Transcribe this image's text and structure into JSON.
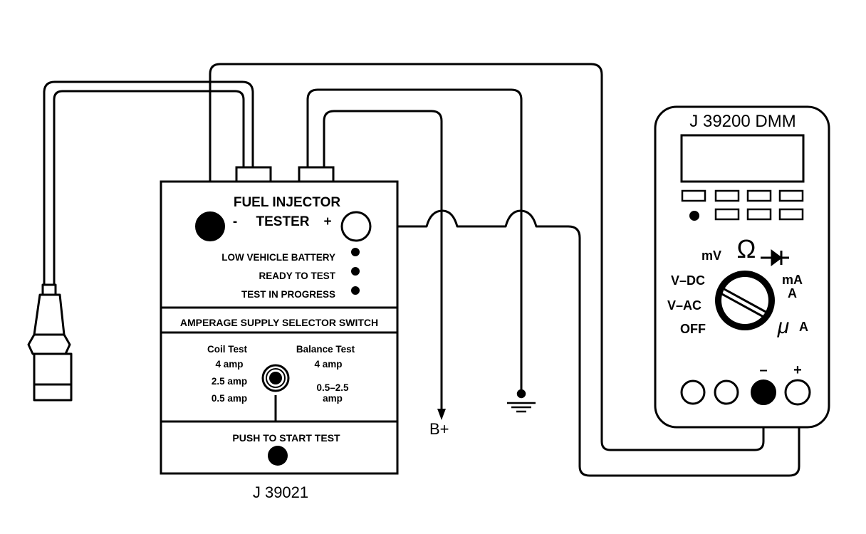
{
  "tester": {
    "title_line1": "FUEL INJECTOR",
    "title_line2": "TESTER",
    "minus": "-",
    "plus": "+",
    "indicators": [
      "LOW VEHICLE BATTERY",
      "READY TO TEST",
      "TEST IN PROGRESS"
    ],
    "selector_title": "AMPERAGE SUPPLY SELECTOR SWITCH",
    "coil_test": {
      "label": "Coil Test",
      "options": [
        "4 amp",
        "2.5 amp",
        "0.5 amp"
      ]
    },
    "balance_test": {
      "label": "Balance Test",
      "options": [
        "4 amp",
        "0.5–2.5",
        "amp"
      ]
    },
    "push_label": "PUSH TO START TEST",
    "model": "J 39021"
  },
  "dmm": {
    "title": "J 39200 DMM",
    "dial": {
      "mv": "mV",
      "ohm": "Ω",
      "vdc": "V–DC",
      "vac": "V–AC",
      "off": "OFF",
      "ma": "mA",
      "a": "A",
      "ua_mu": "μ",
      "ua_a": "A"
    },
    "minus": "–",
    "plus": "+"
  },
  "battery_label": "B+",
  "icons": [
    "injector-connector-icon",
    "ground-symbol-icon",
    "diode-symbol-icon",
    "arrow-down-icon"
  ]
}
